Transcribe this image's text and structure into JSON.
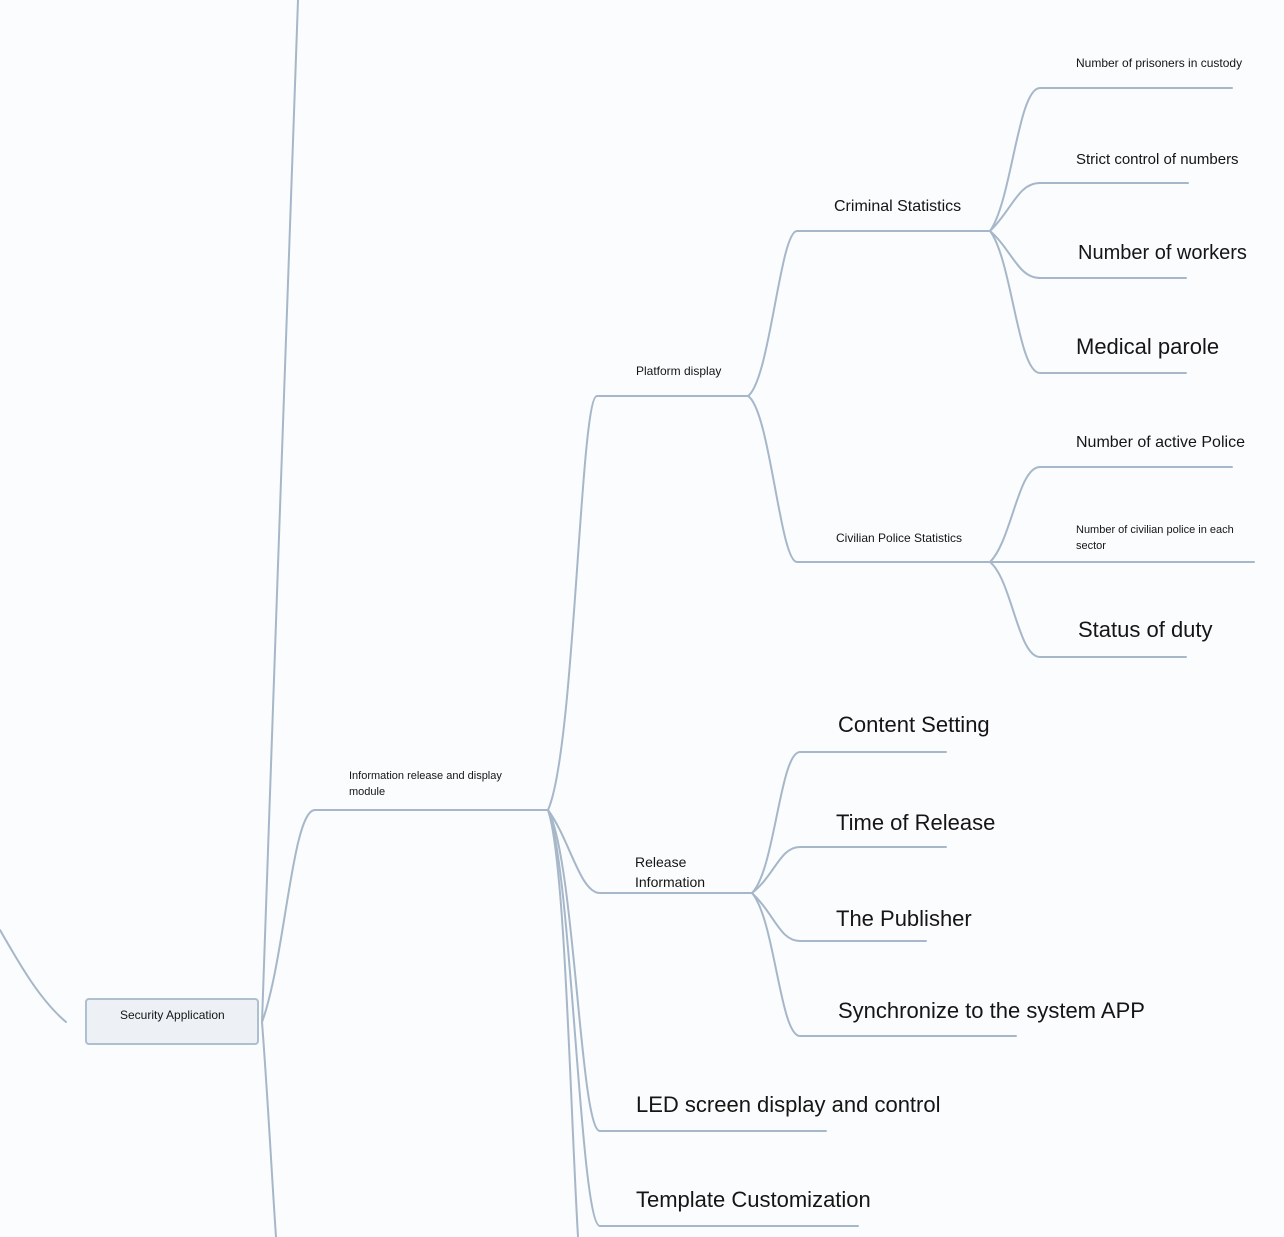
{
  "mindmap": {
    "root": "Security Application",
    "module": "Information release and display module",
    "platform_display": {
      "label": "Platform display",
      "criminal_statistics": {
        "label": "Criminal Statistics",
        "items": [
          "Number of prisoners in custody",
          "Strict control of numbers",
          "Number of workers",
          "Medical parole"
        ]
      },
      "civilian_police_statistics": {
        "label": "Civilian Police Statistics",
        "items": [
          "Number of active Police",
          "Number of civilian police in each sector",
          "Status of duty"
        ]
      }
    },
    "release_information": {
      "label": "Release Information",
      "items": [
        "Content Setting",
        "Time of Release",
        "The Publisher",
        "Synchronize to the system APP"
      ]
    },
    "led_screen": "LED screen display and control",
    "template_customization": "Template Customization"
  },
  "colors": {
    "connector": "#a6b7c9",
    "root_fill": "#edf1f6",
    "root_border": "#aebfd0",
    "background": "#fbfcfd"
  }
}
